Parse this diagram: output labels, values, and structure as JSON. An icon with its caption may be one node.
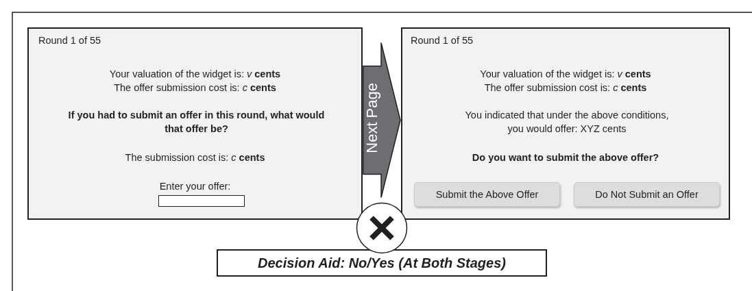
{
  "diagram": {
    "nodes": [
      {
        "text": [
          "Round 1 of 55",
          "Your valuation of the widget is: *v* **cents**",
          "The offer submission cost is: *c* **cents**",
          "If you had to submit an offer in this round, what would that offer be?",
          "The submission cost is: *c* **cents**",
          "Enter your offer:"
        ]
      },
      {
        "text": [
          "Round 1 of 55",
          "Your valuation of the widget is: *v* **cents**",
          "The offer submission cost is: *c* **cents**",
          "You indicated that under the above conditions, you would offer: XYZ cents",
          "Do you want to submit the above offer?"
        ]
      },
      {
        "text": [
          "Submit the Above Offer"
        ],
        "in": 1
      },
      {
        "text": [
          "Do Not Submit an Offer"
        ],
        "in": 1
      },
      {
        "text": [
          "Decision Aid: No/Yes (At Both Stages)"
        ]
      }
    ],
    "edges": [
      {
        "from": 0,
        "to": 1,
        "label": "Next Page",
        "arrow": "to"
      }
    ]
  }
}
